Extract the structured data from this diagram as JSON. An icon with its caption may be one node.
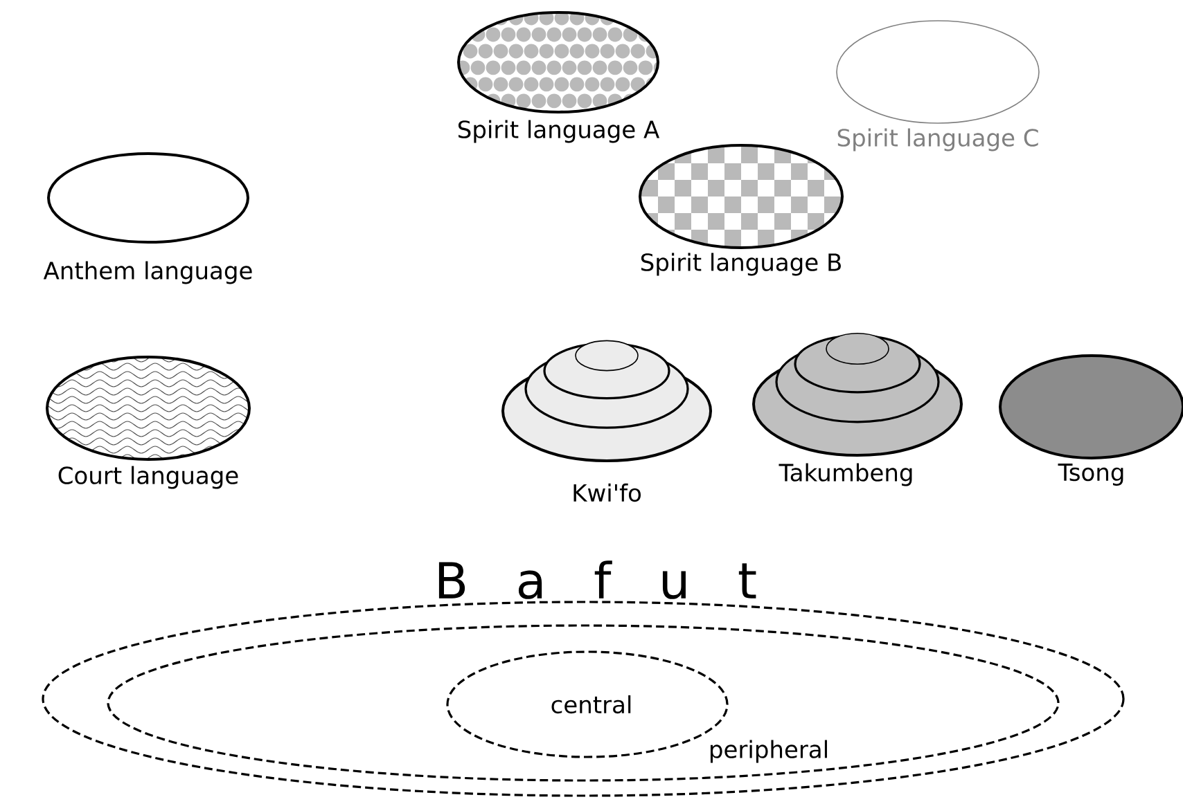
{
  "diagram": {
    "nodes": [
      {
        "text": [
          "Spirit language A"
        ]
      },
      {
        "text": [
          "Spirit language C"
        ]
      },
      {
        "text": [
          "Anthem language"
        ]
      },
      {
        "text": [
          "Spirit language B"
        ]
      },
      {
        "text": [
          "Court language"
        ]
      },
      {
        "text": [
          "Kwi'fo"
        ]
      },
      {
        "text": [
          "Takumbeng"
        ]
      },
      {
        "text": [
          "Tsong"
        ]
      },
      {
        "text": [
          "B a f u t"
        ]
      },
      {
        "text": [
          "peripheral"
        ],
        "in": 8
      },
      {
        "text": [
          "central"
        ],
        "in": 9
      }
    ]
  }
}
